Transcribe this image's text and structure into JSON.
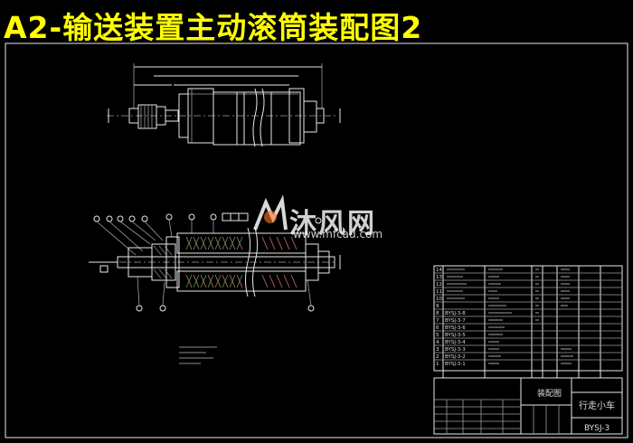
{
  "title": "A2-输送装置主动滚筒装配图2",
  "watermark": {
    "name": "沐风网",
    "url": "www.mfcad.com"
  },
  "title_block": {
    "assembly_label": "装配图",
    "product_name": "行走小车",
    "drawing_no": "BYSJ-3"
  },
  "parts_list": {
    "rows": [
      {
        "no": "14",
        "code": "",
        "name": "",
        "qty": "",
        "material": "",
        "note": ""
      },
      {
        "no": "13",
        "code": "",
        "name": "",
        "qty": "",
        "material": "",
        "note": ""
      },
      {
        "no": "12",
        "code": "",
        "name": "",
        "qty": "",
        "material": "",
        "note": ""
      },
      {
        "no": "11",
        "code": "",
        "name": "",
        "qty": "",
        "material": "",
        "note": ""
      },
      {
        "no": "10",
        "code": "",
        "name": "",
        "qty": "",
        "material": "",
        "note": ""
      },
      {
        "no": "9",
        "code": "",
        "name": "",
        "qty": "",
        "material": "",
        "note": ""
      },
      {
        "no": "8",
        "code": "BYSJ-3-8",
        "name": "",
        "qty": "",
        "material": "",
        "note": ""
      },
      {
        "no": "7",
        "code": "BYSJ-3-7",
        "name": "",
        "qty": "",
        "material": "",
        "note": ""
      },
      {
        "no": "6",
        "code": "BYSJ-3-6",
        "name": "",
        "qty": "",
        "material": "",
        "note": ""
      },
      {
        "no": "5",
        "code": "BYSJ-3-5",
        "name": "",
        "qty": "",
        "material": "",
        "note": ""
      },
      {
        "no": "4",
        "code": "BYSJ-3-4",
        "name": "",
        "qty": "",
        "material": "",
        "note": ""
      },
      {
        "no": "3",
        "code": "BYSJ-3-3",
        "name": "",
        "qty": "",
        "material": "",
        "note": ""
      },
      {
        "no": "2",
        "code": "BYSJ-3-2",
        "name": "",
        "qty": "",
        "material": "",
        "note": ""
      },
      {
        "no": "1",
        "code": "BYSJ-3-1",
        "name": "",
        "qty": "",
        "material": "",
        "note": ""
      }
    ]
  },
  "colors": {
    "title": "#ffff00",
    "lines": "#e8e8e8",
    "background": "#000000"
  }
}
